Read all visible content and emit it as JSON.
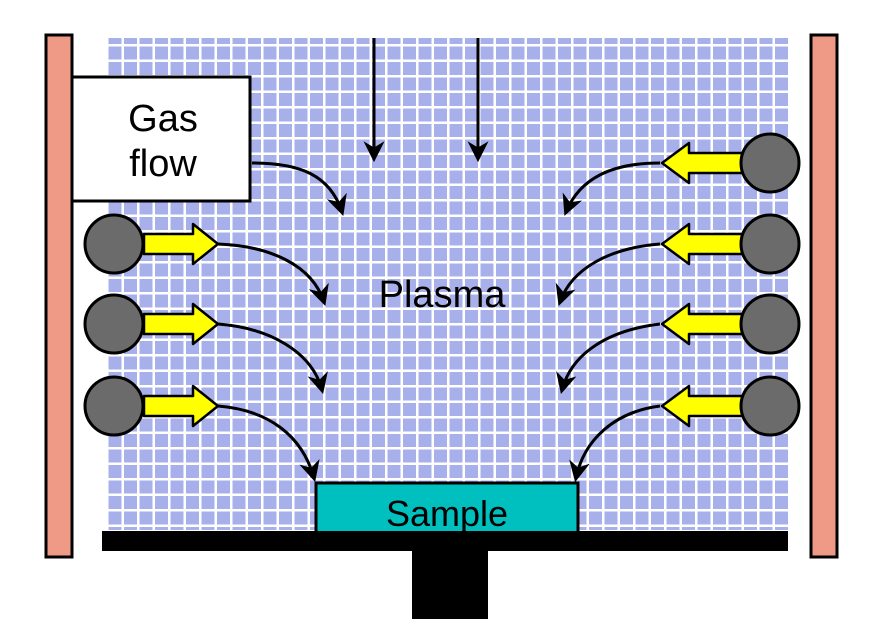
{
  "labels": {
    "gas_flow_line1": "Gas",
    "gas_flow_line2": "flow",
    "plasma": "Plasma",
    "sample": "Sample"
  },
  "colors": {
    "grid_fill": "#a7b0ea",
    "grid_line": "#ffffff",
    "wall": "#ef9a86",
    "ion": "#6b6b6b",
    "ion_arrow": "#ffff00",
    "sample": "#00bfbf",
    "stage": "#000000",
    "outline": "#000000"
  }
}
